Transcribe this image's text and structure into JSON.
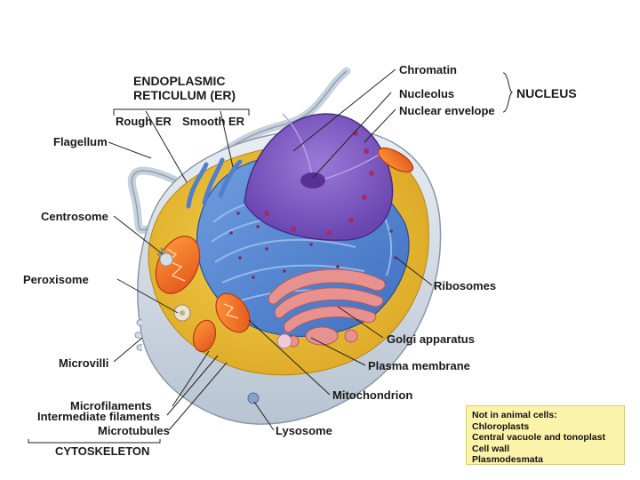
{
  "labels": {
    "er_header_line1": "ENDOPLASMIC",
    "er_header_line2": "RETICULUM (ER)",
    "rough_er": "Rough ER",
    "smooth_er": "Smooth ER",
    "flagellum": "Flagellum",
    "centrosome": "Centrosome",
    "peroxisome": "Peroxisome",
    "microvilli": "Microvilli",
    "microfilaments": "Microfilaments",
    "intermediate_filaments": "Intermediate filaments",
    "microtubules": "Microtubules",
    "cytoskeleton": "CYTOSKELETON",
    "chromatin": "Chromatin",
    "nucleolus": "Nucleolus",
    "nuclear_envelope": "Nuclear envelope",
    "nucleus": "NUCLEUS",
    "ribosomes": "Ribosomes",
    "golgi_apparatus": "Golgi apparatus",
    "plasma_membrane": "Plasma membrane",
    "mitochondrion": "Mitochondrion",
    "lysosome": "Lysosome"
  },
  "note_box": {
    "title": "Not in animal cells:",
    "items": [
      "Chloroplasts",
      "Central vacuole and tonoplast",
      "Cell wall",
      "Plasmodesmata"
    ]
  }
}
